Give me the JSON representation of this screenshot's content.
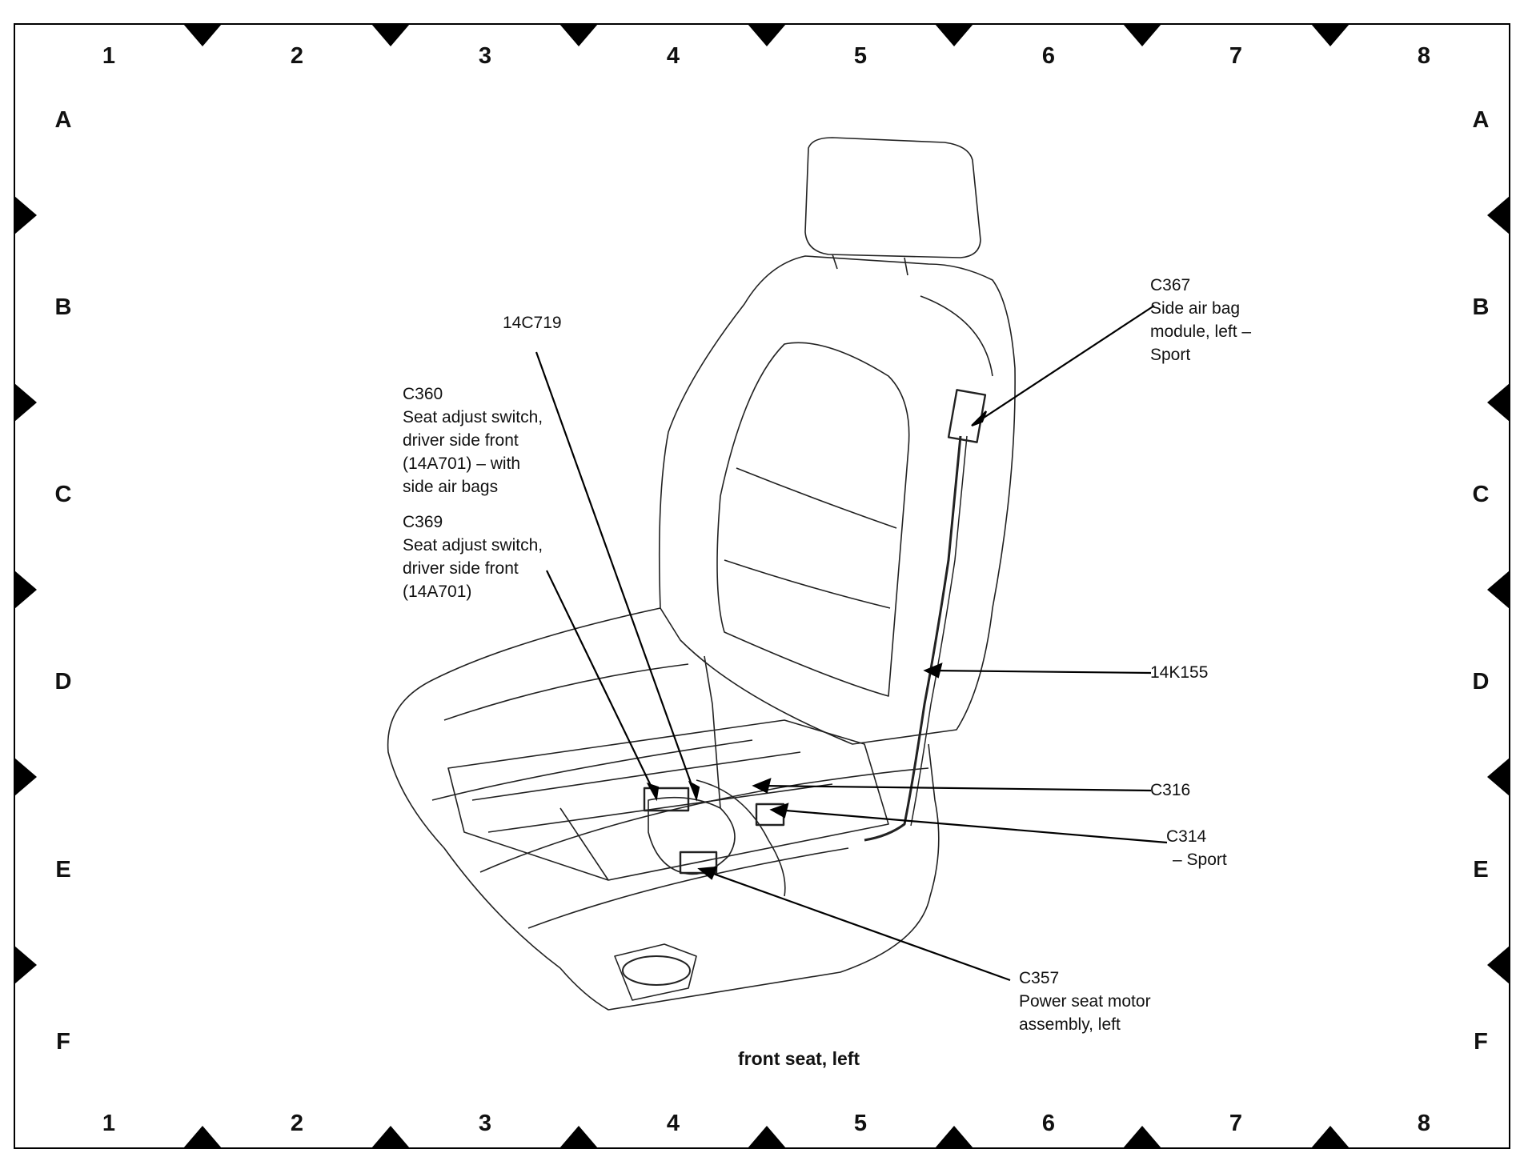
{
  "grid": {
    "columns": [
      "1",
      "2",
      "3",
      "4",
      "5",
      "6",
      "7",
      "8"
    ],
    "rows": [
      "A",
      "B",
      "C",
      "D",
      "E",
      "F"
    ]
  },
  "labels": {
    "c367": {
      "code": "C367",
      "lines": [
        "Side air bag",
        "module, left –",
        "Sport"
      ]
    },
    "14c719": {
      "code": "14C719"
    },
    "c360": {
      "code": "C360",
      "lines": [
        "Seat adjust switch,",
        "driver side front",
        "(14A701) – with",
        "side air bags"
      ]
    },
    "c369": {
      "code": "C369",
      "lines": [
        "Seat adjust switch,",
        "driver side front",
        "(14A701)"
      ]
    },
    "14k155": {
      "code": "14K155"
    },
    "c316": {
      "code": "C316"
    },
    "c314": {
      "code": "C314",
      "lines": [
        "– Sport"
      ]
    },
    "c357": {
      "code": "C357",
      "lines": [
        "Power seat motor",
        "assembly, left"
      ]
    }
  },
  "caption": "front seat, left"
}
